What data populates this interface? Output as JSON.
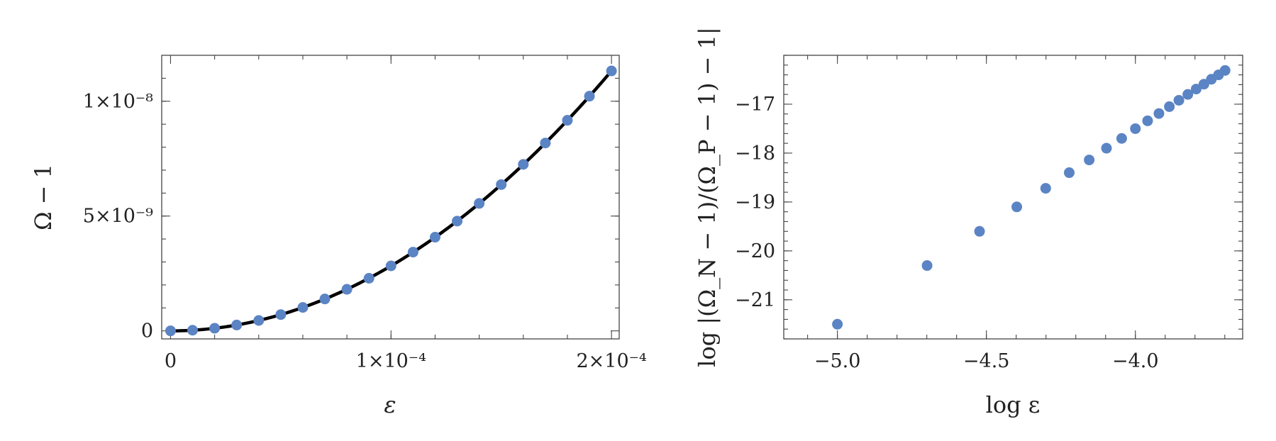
{
  "chart_data": [
    {
      "type": "scatter",
      "xlabel": "ε",
      "ylabel": "Ω − 1",
      "xlim": [
        -4e-06,
        0.0002035
      ],
      "ylim": [
        -3.5e-10,
        1.2e-08
      ],
      "x_ticks": [
        {
          "value": 0,
          "label": "0"
        },
        {
          "value": 0.0001,
          "label": "1×10⁻⁴"
        },
        {
          "value": 0.0002,
          "label": "2×10⁻⁴"
        }
      ],
      "y_ticks": [
        {
          "value": 0,
          "label": "0"
        },
        {
          "value": 5e-09,
          "label": "5×10⁻⁹"
        },
        {
          "value": 1e-08,
          "label": "1×10⁻⁸"
        }
      ],
      "points": {
        "x": [
          0,
          1e-05,
          2e-05,
          3e-05,
          4e-05,
          5e-05,
          6e-05,
          7e-05,
          8e-05,
          9e-05,
          0.0001,
          0.00011,
          0.00012,
          0.00013,
          0.00014,
          0.00015,
          0.00016,
          0.00017,
          0.00018,
          0.00019,
          0.0002
        ],
        "y": [
          0,
          2.8e-11,
          1.13e-10,
          2.55e-10,
          4.53e-10,
          7.08e-10,
          1.02e-09,
          1.39e-09,
          1.81e-09,
          2.29e-09,
          2.83e-09,
          3.43e-09,
          4.08e-09,
          4.78e-09,
          5.55e-09,
          6.37e-09,
          7.25e-09,
          8.18e-09,
          9.17e-09,
          1.022e-08,
          1.132e-08
        ]
      },
      "fit_curve": {
        "form": "y = a·x²",
        "a": 0.283
      }
    },
    {
      "type": "scatter",
      "xlabel": "log ε",
      "ylabel": "log |(Ω_N − 1)/(Ω_P − 1) − 1|",
      "xlim": [
        -5.18,
        -3.64
      ],
      "ylim": [
        -21.8,
        -16.0
      ],
      "x_ticks": [
        {
          "value": -5.0,
          "label": "−5.0"
        },
        {
          "value": -4.5,
          "label": "−4.5"
        },
        {
          "value": -4.0,
          "label": "−4.0"
        }
      ],
      "y_ticks": [
        {
          "value": -21,
          "label": "−21"
        },
        {
          "value": -20,
          "label": "−20"
        },
        {
          "value": -19,
          "label": "−19"
        },
        {
          "value": -18,
          "label": "−18"
        },
        {
          "value": -17,
          "label": "−17"
        }
      ],
      "points": {
        "x": [
          -5.0,
          -4.699,
          -4.523,
          -4.398,
          -4.301,
          -4.222,
          -4.155,
          -4.097,
          -4.046,
          -4.0,
          -3.959,
          -3.921,
          -3.886,
          -3.854,
          -3.824,
          -3.796,
          -3.77,
          -3.745,
          -3.721,
          -3.699
        ],
        "y": [
          -21.5,
          -20.3,
          -19.6,
          -19.1,
          -18.72,
          -18.4,
          -18.14,
          -17.9,
          -17.7,
          -17.5,
          -17.34,
          -17.19,
          -17.05,
          -16.92,
          -16.8,
          -16.69,
          -16.59,
          -16.49,
          -16.4,
          -16.31
        ]
      }
    }
  ]
}
